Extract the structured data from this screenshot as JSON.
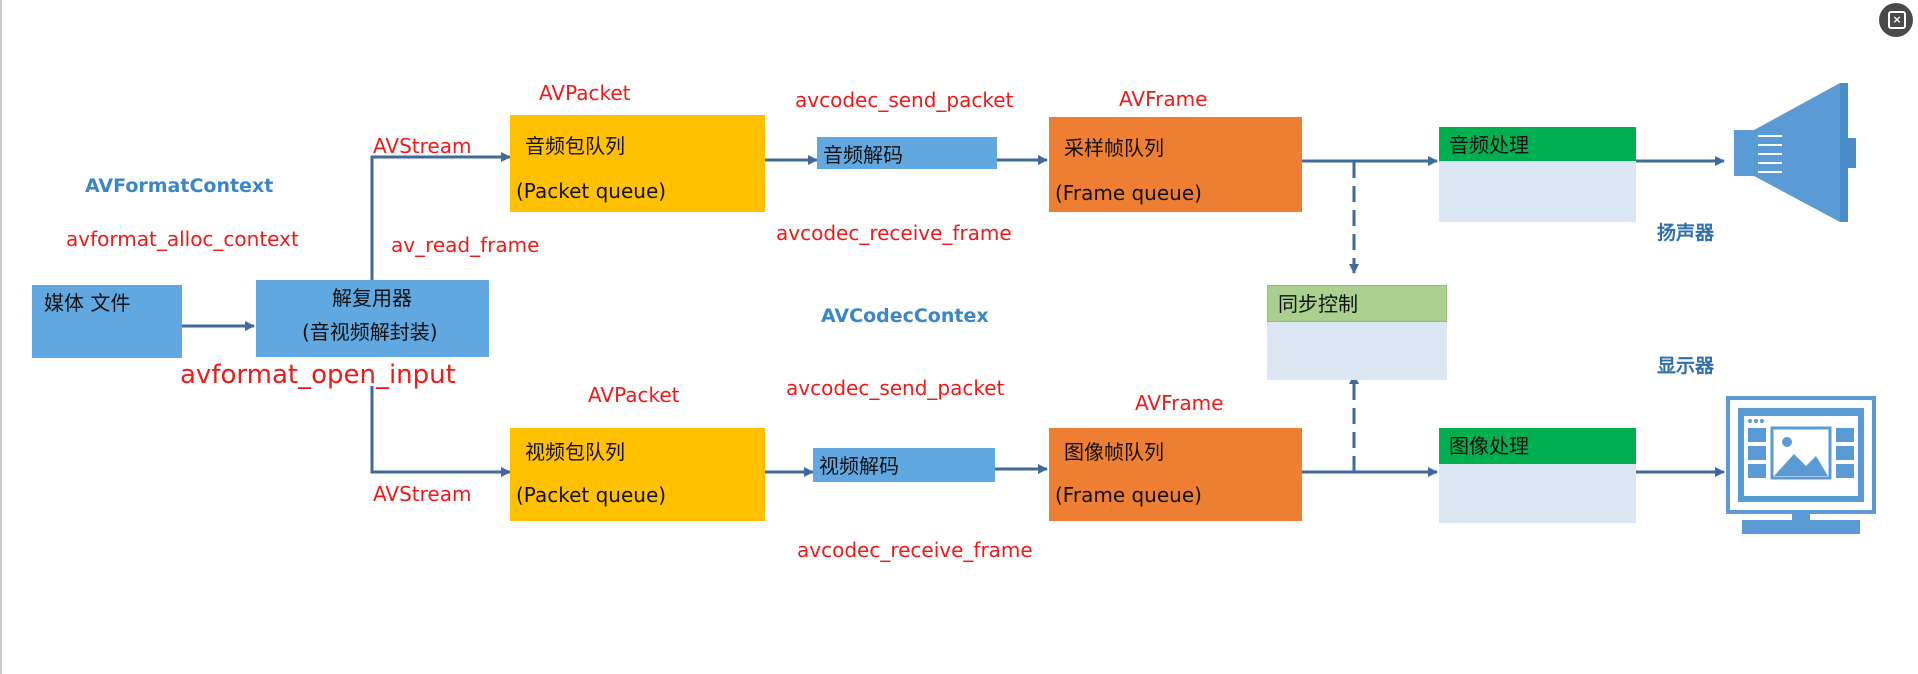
{
  "diagram": {
    "nodes": {
      "media_file": "媒体 文件",
      "demuxer_line1": "解复用器",
      "demuxer_line2": "(音视频解封装)",
      "audio_packet_queue_line1": "音频包队列",
      "audio_packet_queue_line2": "(Packet queue)",
      "audio_decode": "音频解码",
      "audio_frame_queue_line1": "采样帧队列",
      "audio_frame_queue_line2": "(Frame queue)",
      "audio_process": "音频处理",
      "sync_control": "同步控制",
      "video_packet_queue_line1": "视频包队列",
      "video_packet_queue_line2": "(Packet queue)",
      "video_decode": "视频解码",
      "video_frame_queue_line1": "图像帧队列",
      "video_frame_queue_line2": "(Frame queue)",
      "video_process": "图像处理",
      "speaker": "扬声器",
      "display": "显示器"
    },
    "labels": {
      "avformat_context": "AVFormatContext",
      "avformat_alloc_context": "avformat_alloc_context",
      "avformat_open_input": "avformat_open_input",
      "av_read_frame": "av_read_frame",
      "avstream_top": "AVStream",
      "avstream_bottom": "AVStream",
      "avpacket_top": "AVPacket",
      "avpacket_bottom": "AVPacket",
      "avcodec_send_packet_top": "avcodec_send_packet",
      "avcodec_send_packet_bottom": "avcodec_send_packet",
      "avcodec_receive_frame_top": "avcodec_receive_frame",
      "avcodec_receive_frame_bottom": "avcodec_receive_frame",
      "avframe_top": "AVFrame",
      "avframe_bottom": "AVFrame",
      "avcodec_context": "AVCodecContex"
    },
    "colors": {
      "blue_box": "#62a8e0",
      "yellow_box": "#ffc000",
      "orange_box": "#ee7e32",
      "green_header": "#00b050",
      "sync_header": "#a9d08e",
      "panel": "#dbe7f3",
      "arrow": "#3f6a9a",
      "red_text": "#ee1a1a"
    },
    "icons": {
      "speaker": "megaphone-icon",
      "display": "monitor-icon",
      "corner_button": "close-icon"
    }
  }
}
